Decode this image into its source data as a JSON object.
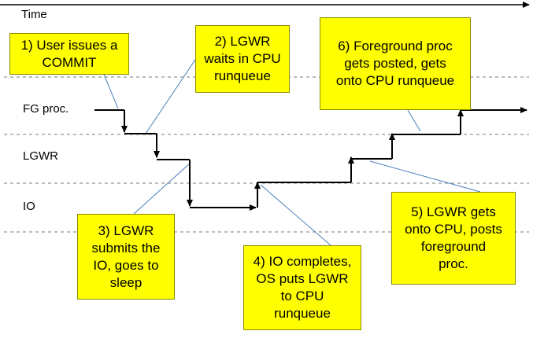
{
  "axis": {
    "time_label": "Time"
  },
  "lanes": [
    {
      "id": "fg",
      "label": "FG proc."
    },
    {
      "id": "lgwr",
      "label": "LGWR"
    },
    {
      "id": "io",
      "label": "IO"
    }
  ],
  "callouts": [
    {
      "id": "c1",
      "text": "1) User issues a\nCOMMIT"
    },
    {
      "id": "c2",
      "text": "2) LGWR\nwaits in CPU\nrunqueue"
    },
    {
      "id": "c3",
      "text": "3) LGWR\nsubmits the\nIO, goes to\nsleep"
    },
    {
      "id": "c4",
      "text": "4) IO completes,\nOS puts LGWR\nto CPU\nrunqueue"
    },
    {
      "id": "c5",
      "text": "5) LGWR gets\nonto CPU, posts\nforeground\nproc."
    },
    {
      "id": "c6",
      "text": "6) Foreground proc\ngets posted, gets\nonto CPU runqueue"
    }
  ],
  "colors": {
    "callout_fill": "#ffff00",
    "leader_line": "#4a7ebb",
    "lane_divider": "#a6a6a6",
    "flow_line": "#000000"
  }
}
